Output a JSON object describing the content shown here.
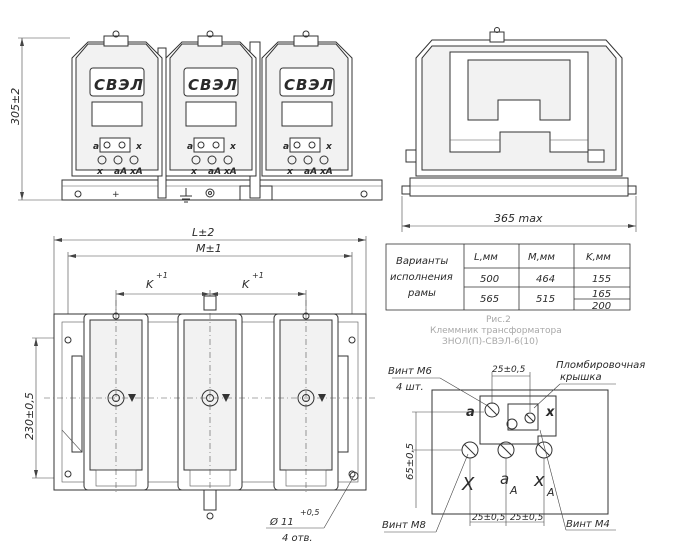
{
  "dimensions": {
    "height_front": "305±2",
    "depth_side": "365 max",
    "length_L": "L±2",
    "length_M": "M±1",
    "pitch_K_left": "K",
    "pitch_K_right": "K",
    "tol_K": "+1",
    "width_230": "230±0,5",
    "hole_dia": "Ø 11",
    "hole_tol": "+0,5",
    "hole_count": "4 отв."
  },
  "front_view": {
    "brand": "СВЭЛ",
    "terminals_top": [
      "a",
      "x"
    ],
    "terminals_bottom": [
      "x",
      "aA",
      "xA"
    ]
  },
  "variants_table": {
    "header_label": "Варианты исполнения рамы",
    "columns": [
      "L,мм",
      "M,мм",
      "K,мм"
    ],
    "rows": [
      [
        "500",
        "464",
        "155"
      ],
      [
        "565",
        "515",
        "165 / 200"
      ]
    ]
  },
  "caption": {
    "fig": "Рис.2",
    "line1": "Клеммник трансформатора",
    "line2": "ЗНОЛ(П)-СВЭЛ-6(10)"
  },
  "terminal_detail": {
    "screw_m6": "Винт М6",
    "screw_m6_count": "4 шт.",
    "seal_cover_1": "Пломбировочная",
    "seal_cover_2": "крышка",
    "screw_m8": "Винт М8",
    "screw_m4": "Винт М4",
    "dim_top": "25±0,5",
    "dim_height": "65±0,5",
    "dim_bottom_1": "25±0,5",
    "dim_bottom_2": "25±0,5",
    "label_a": "a",
    "label_x": "x",
    "label_X": "X",
    "label_aA": "a",
    "label_aA_sub": "A",
    "label_xA": "x",
    "label_xA_sub": "A"
  }
}
